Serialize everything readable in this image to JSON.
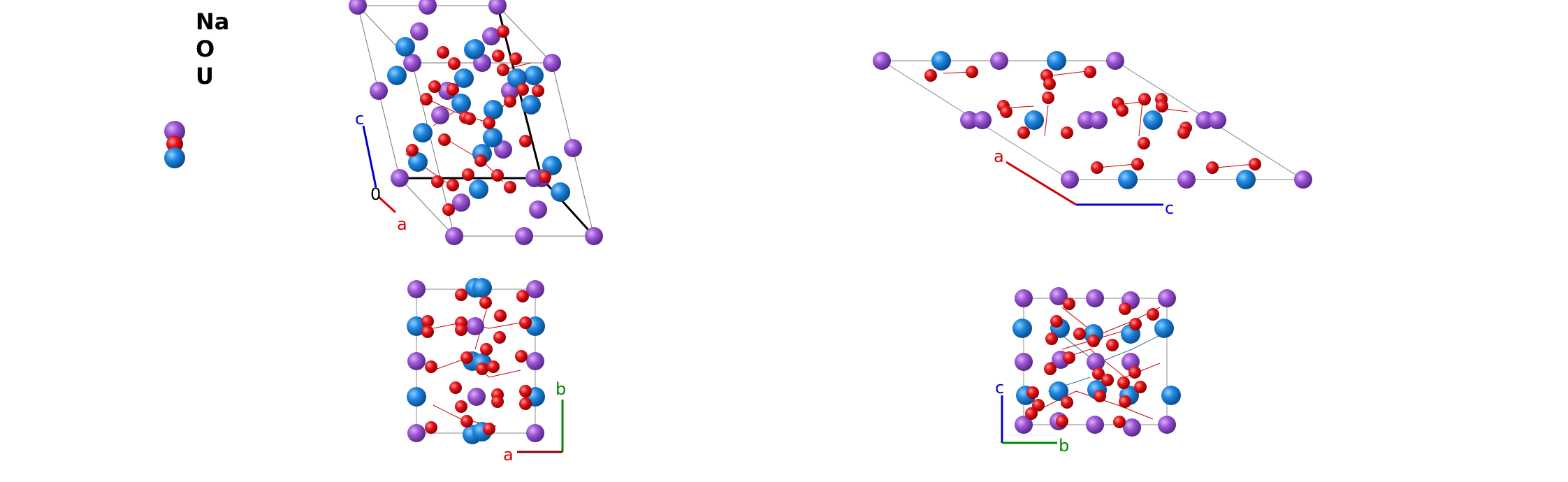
{
  "legend": {
    "elements": [
      "Na",
      "O",
      "U"
    ],
    "colors": {
      "Na": "#9b55d6",
      "O": "#e8141a",
      "U": "#1f86e0"
    }
  },
  "views": [
    {
      "id": "perspective",
      "axes": {
        "c": "c",
        "o": "0",
        "a": "a"
      },
      "axis_colors": {
        "c": "#0000cc",
        "o": "#000000",
        "a": "#dd0000"
      }
    },
    {
      "id": "along-b",
      "axes": {
        "a": "a",
        "c": "c"
      },
      "axis_colors": {
        "a": "#cc0000",
        "c": "#0000dd"
      }
    },
    {
      "id": "along-c",
      "axes": {
        "b": "b",
        "a": "a"
      },
      "axis_colors": {
        "b": "#008800",
        "a": "#dd0000"
      }
    },
    {
      "id": "along-a",
      "axes": {
        "c": "c",
        "b": "b"
      },
      "axis_colors": {
        "c": "#0000dd",
        "b": "#008800"
      }
    }
  ]
}
